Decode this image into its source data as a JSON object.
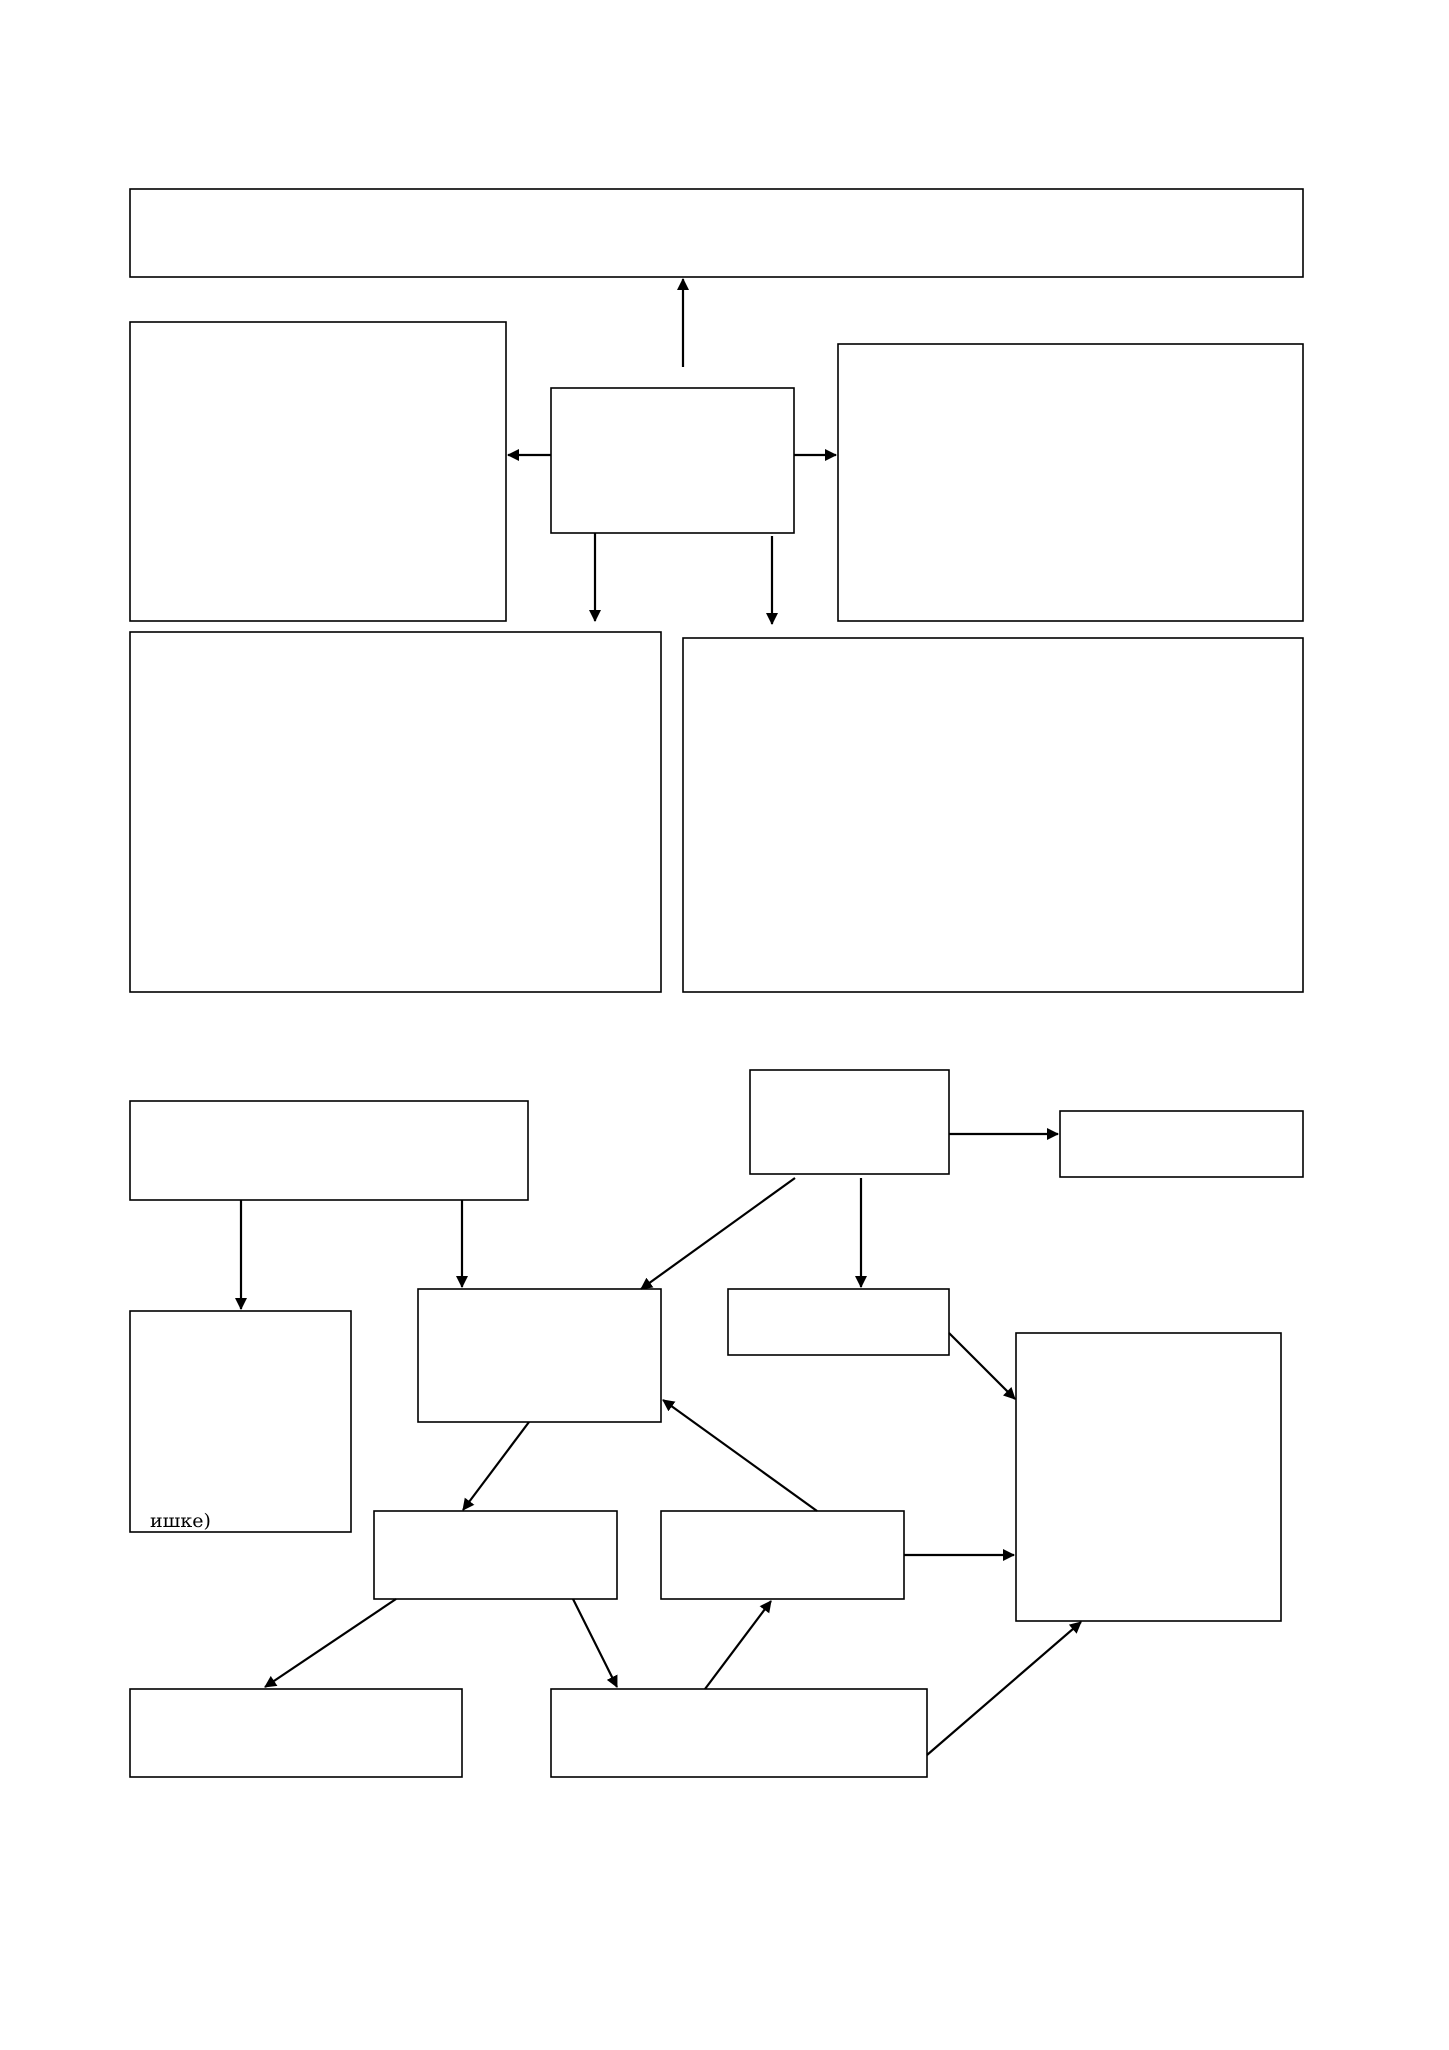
{
  "diagram": {
    "type": "flowchart",
    "colors": {
      "stroke": "#000000",
      "background": "#ffffff"
    },
    "boxes": [
      {
        "id": "b1",
        "label": ""
      },
      {
        "id": "b2",
        "label": ""
      },
      {
        "id": "b3",
        "label": ""
      },
      {
        "id": "b4",
        "label": ""
      },
      {
        "id": "b5",
        "label": ""
      },
      {
        "id": "b6",
        "label": ""
      },
      {
        "id": "b7",
        "label": ""
      },
      {
        "id": "b8",
        "label": ""
      },
      {
        "id": "b9",
        "label": ""
      },
      {
        "id": "b10",
        "label": ""
      },
      {
        "id": "b11",
        "label": ""
      },
      {
        "id": "b12",
        "label": ""
      },
      {
        "id": "b13",
        "label": ""
      },
      {
        "id": "b14",
        "label": ""
      },
      {
        "id": "b15",
        "label": ""
      },
      {
        "id": "b16",
        "label": ""
      },
      {
        "id": "b17",
        "label": ""
      },
      {
        "id": "b18",
        "label": ""
      }
    ],
    "edges": [
      {
        "from": "b5",
        "to": "b1"
      },
      {
        "from": "b5",
        "to": "b2"
      },
      {
        "from": "b5",
        "to": "b3"
      },
      {
        "from": "b5",
        "to": "b4"
      },
      {
        "from": "b5",
        "to": "b6"
      },
      {
        "from": "b7",
        "to": "b11"
      },
      {
        "from": "b7",
        "to": "b12"
      },
      {
        "from": "b8",
        "to": "b9"
      },
      {
        "from": "b8",
        "to": "b12"
      },
      {
        "from": "b8",
        "to": "b10"
      },
      {
        "from": "b10",
        "to": "b13"
      },
      {
        "from": "b12",
        "to": "b14"
      },
      {
        "from": "b15",
        "to": "b12"
      },
      {
        "from": "b15",
        "to": "b13"
      },
      {
        "from": "b14",
        "to": "b16"
      },
      {
        "from": "b14",
        "to": "b17"
      },
      {
        "from": "b17",
        "to": "b15"
      },
      {
        "from": "b17",
        "to": "b13"
      }
    ],
    "fragment_text": "ишке)"
  }
}
